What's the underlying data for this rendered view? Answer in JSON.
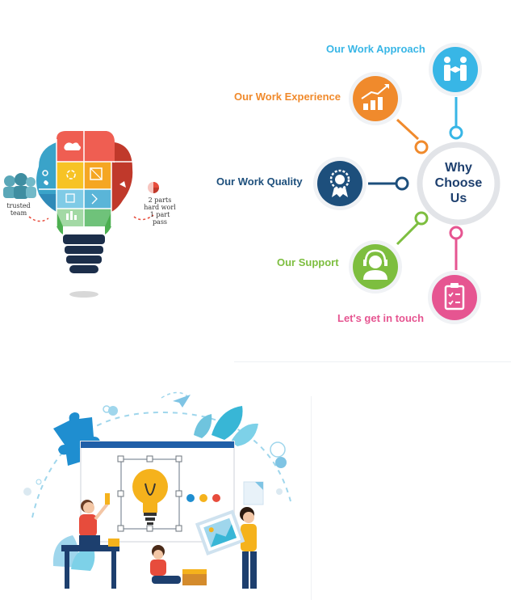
{
  "center": {
    "line1": "Why",
    "line2": "Choose",
    "line3": "Us"
  },
  "items": [
    {
      "key": "approach",
      "label": "Our Work Approach",
      "color": "#38b6e6",
      "icon": "handshake-icon"
    },
    {
      "key": "experience",
      "label": "Our Work Experience",
      "color": "#f08a2c",
      "icon": "growth-chart-icon"
    },
    {
      "key": "quality",
      "label": "Our Work Quality",
      "color": "#1d4f7c",
      "icon": "quality-badge-icon"
    },
    {
      "key": "support",
      "label": "Our Support",
      "color": "#7dbe3f",
      "icon": "headset-support-icon"
    },
    {
      "key": "touch",
      "label": "Let's get in touch",
      "color": "#e65591",
      "icon": "clipboard-checklist-icon"
    }
  ],
  "bulb": {
    "left_label_line1": "trusted",
    "left_label_line2": "team",
    "right_label_line1": "2 parts",
    "right_label_line2": "hard worl",
    "right_label_line3": "1 part pass"
  }
}
